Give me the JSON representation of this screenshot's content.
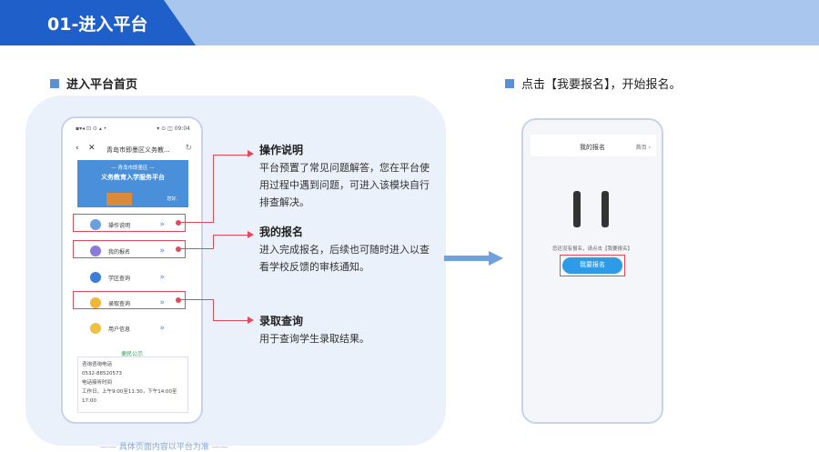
{
  "header": {
    "title": "01-进入平台"
  },
  "left": {
    "section_label": "进入平台首页",
    "phone": {
      "status_left": "▪▾◂ ⊡ ⊙ ▴ •",
      "status_right": "▾ ⊙ ◫ 09:04",
      "nav_title": "青岛市即墨区义务教...",
      "banner_sub": "— 青岛市即墨区 —",
      "banner_title": "义务教育入学服务平台",
      "banner_greeting": "您好,",
      "menu": [
        {
          "label": "操作说明"
        },
        {
          "label": "我的报名"
        },
        {
          "label": "学区查询"
        },
        {
          "label": "录取查询"
        },
        {
          "label": "用户信息"
        }
      ],
      "notice_title": "便民公示",
      "notice_lines": [
        "咨询咨询电话",
        "0532-88520573",
        "电话接听时间",
        "工作日，上午9:00至11:30，下午14:00至",
        "17:00"
      ]
    },
    "footnote": "具体页面内容以平台为准"
  },
  "annotations": [
    {
      "title": "操作说明",
      "text": "平台预置了常见问题解答，您在平台使用过程中遇到问题，可进入该模块自行排查解决。"
    },
    {
      "title": "我的报名",
      "text": "进入完成报名，后续也可随时进入以查看学校反馈的审核通知。"
    },
    {
      "title": "录取查询",
      "text": "用于查询学生录取结果。"
    }
  ],
  "right": {
    "section_label": "点击【我要报名】，开始报名。",
    "phone": {
      "title": "我的报名",
      "home": "首页",
      "hint": "您还没有报名，请点击【我要报名】",
      "button": "我要报名"
    }
  },
  "colors": {
    "accent": "#1e5fc9",
    "highlight": "#e04a5a",
    "button": "#2f9be6"
  }
}
